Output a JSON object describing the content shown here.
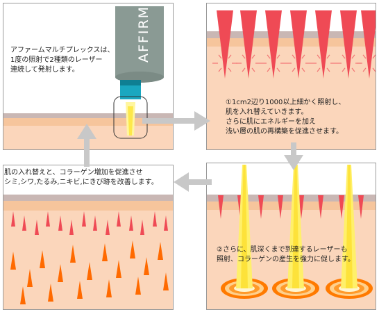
{
  "panels": {
    "device": {
      "device_label": "AFFIRM",
      "caption": "アファームマルチプレックスは、\n1度の照射で2種類のレーザー\n連続して発射します。"
    },
    "surface": {
      "caption": "①1cm2辺り1000以上細かく照射し、\n肌を入れ替えていきます。\nさらに肌にエネルギーを加え\n浅い層の肌の再構築を促進させます。"
    },
    "deep": {
      "caption": "②さらに、肌深くまで到達するレーザーも\n照射、コラーゲンの産生を強力に促します。"
    },
    "result": {
      "caption": "肌の入れ替えと、コラーゲン増加を促進させ\nシミ,シワ,たるみ,ニキビ,にきび跡を改善します。"
    }
  },
  "colors": {
    "skin_top_band": "#c9b7b4",
    "skin_upper": "#f6c59c",
    "skin_lower": "#fbd6bb",
    "laser_red": "#ef4a55",
    "laser_yellow": "#fff06a",
    "spike_orange": "#ff6a00",
    "arrow_gray": "#c8c8c8",
    "device_gray": "#8a9a94",
    "nozzle_teal": "#1aa7c0"
  }
}
